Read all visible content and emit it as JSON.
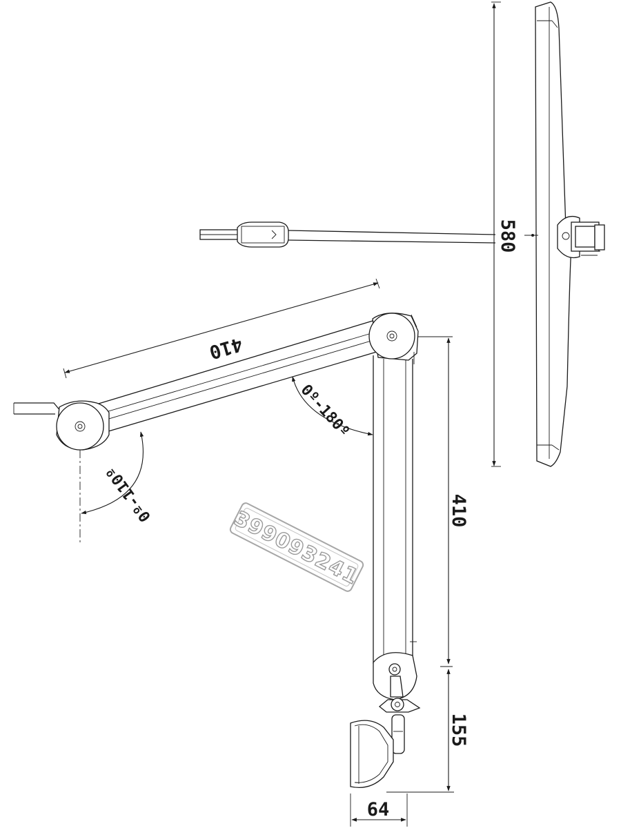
{
  "dimensions": {
    "lamp_head_length": "580",
    "upper_arm_length": "410",
    "lower_arm_length": "410",
    "clamp_height": "155",
    "clamp_width": "64"
  },
  "angles": {
    "elbow_range": "0º-180º",
    "shoulder_range": "0º-110º"
  },
  "watermark": {
    "text": "399093241"
  }
}
